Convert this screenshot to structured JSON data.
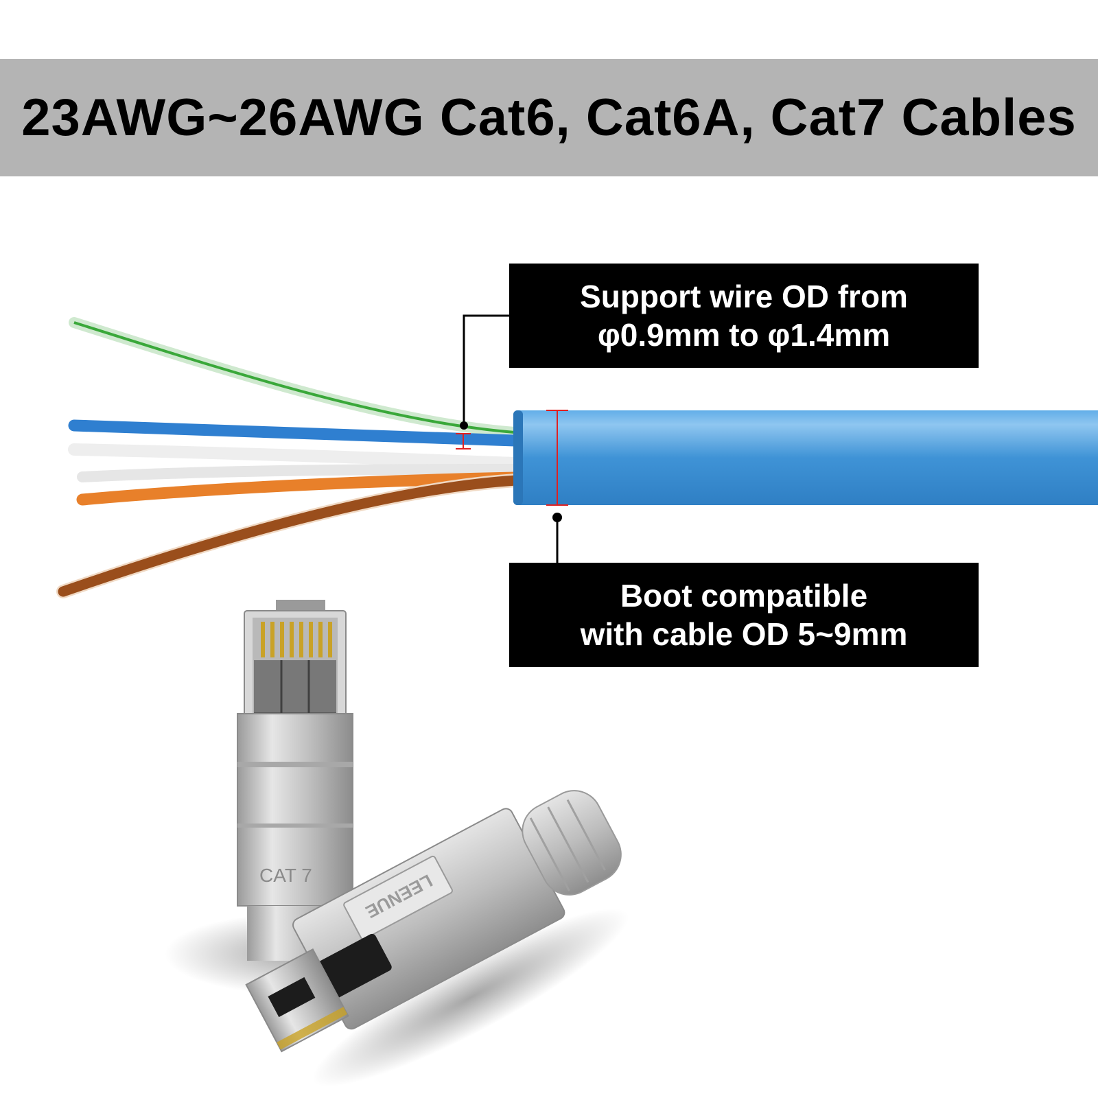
{
  "banner": {
    "title": "23AWG~26AWG Cat6, Cat6A, Cat7 Cables",
    "background": "#b4b4b4"
  },
  "callouts": {
    "wire_od": {
      "line1": "Support wire OD from",
      "line2": "φ0.9mm to φ1.4mm"
    },
    "cable_od": {
      "line1": "Boot compatible",
      "line2": "with cable OD 5~9mm"
    }
  },
  "product": {
    "brand_mark": "LEENUE",
    "category_mark": "CAT 7"
  },
  "colors": {
    "cable_jacket": "#3f93d6",
    "wire_green_stripe": "#3aa83a",
    "wire_blue": "#2f7fd0",
    "wire_white": "#eeeeee",
    "wire_orange": "#e8802a",
    "wire_brown": "#9a4e1c",
    "dimension_marker": "#e02020",
    "metal": "#c8c8c8"
  }
}
